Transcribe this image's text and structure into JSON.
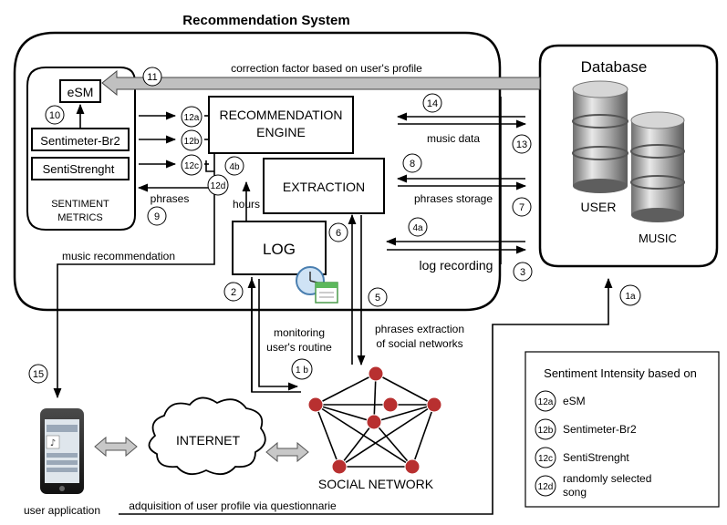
{
  "title": "Recommendation System",
  "database": {
    "title": "Database",
    "user_label": "USER",
    "music_label": "MUSIC"
  },
  "sentiment_metrics": {
    "esm": "eSM",
    "sentimeter": "Sentimeter-Br2",
    "sentistrenght": "SentiStrenght",
    "label_line1": "SENTIMENT",
    "label_line2": "METRICS"
  },
  "boxes": {
    "recommendation_line1": "RECOMMENDATION",
    "recommendation_line2": "ENGINE",
    "extraction": "EXTRACTION",
    "log": "LOG"
  },
  "labels": {
    "correction_factor": "correction factor based on user's profile",
    "music_data": "music data",
    "phrases_storage": "phrases storage",
    "log_recording": "log recording",
    "phrases": "phrases",
    "hours": "hours",
    "music_recommendation": "music recommendation",
    "monitoring_line1": "monitoring",
    "monitoring_line2": "user's routine",
    "phrases_extraction_line1": "phrases extraction",
    "phrases_extraction_line2": "of social networks",
    "internet": "INTERNET",
    "social_network": "SOCIAL NETWORK",
    "user_application": "user application",
    "acquisition": "adquisition of user profile via questionnarie"
  },
  "steps": {
    "s1a": "1a",
    "s1b": "1 b",
    "s2": "2",
    "s3": "3",
    "s4a": "4a",
    "s4b": "4b",
    "s5": "5",
    "s6": "6",
    "s7": "7",
    "s8": "8",
    "s9": "9",
    "s10": "10",
    "s11": "11",
    "s12a": "12a",
    "s12b": "12b",
    "s12c": "12c",
    "s12d": "12d",
    "s13": "13",
    "s14": "14",
    "s15": "15"
  },
  "legend": {
    "title": "Sentiment Intensity based on",
    "items": [
      {
        "id": "12a",
        "text": "eSM"
      },
      {
        "id": "12b",
        "text": "Sentimeter-Br2"
      },
      {
        "id": "12c",
        "text": "SentiStrenght"
      },
      {
        "id": "12d",
        "text_line1": "randomly selected",
        "text_line2": "song"
      }
    ]
  },
  "colors": {
    "database_grey": "#a8a8a8",
    "social_node": "#b83030",
    "correction_arrow": "#c0c0c0"
  }
}
